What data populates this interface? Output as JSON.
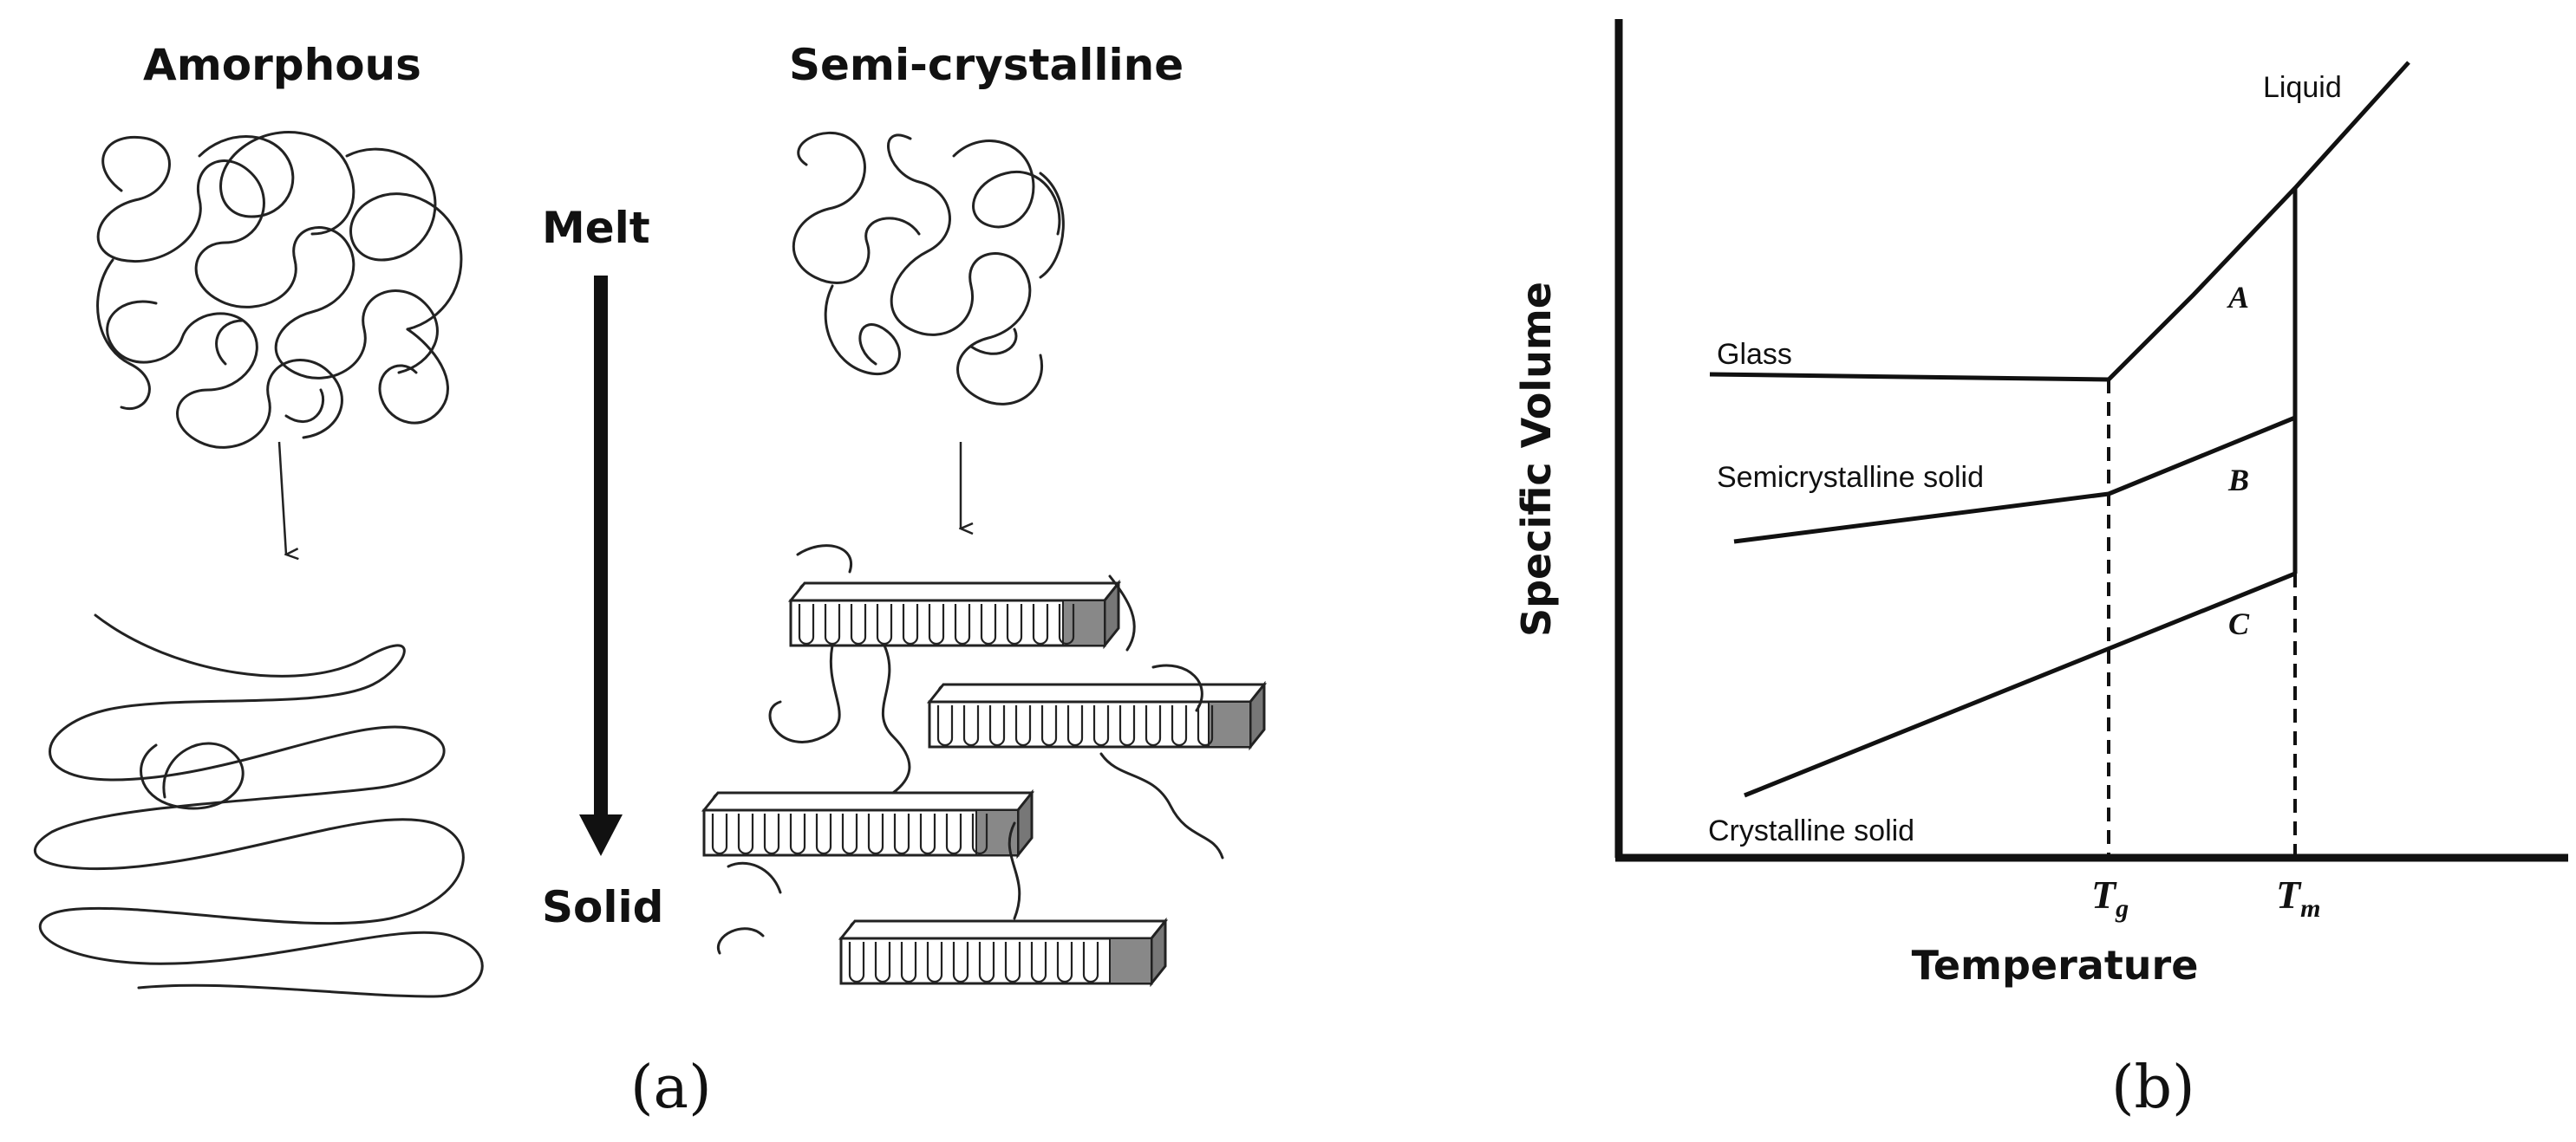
{
  "panel_a": {
    "amorphous_title": "Amorphous",
    "semicrystalline_title": "Semi-crystalline",
    "melt_label": "Melt",
    "solid_label": "Solid",
    "caption": "(a)"
  },
  "panel_b": {
    "caption": "(b)",
    "x_axis_title": "Temperature",
    "y_axis_title": "Specific Volume",
    "curve_labels": {
      "liquid": "Liquid",
      "glass": "Glass",
      "semicrystalline": "Semicrystalline solid",
      "crystalline": "Crystalline solid"
    },
    "regions": [
      "A",
      "B",
      "C"
    ],
    "ticks": [
      {
        "main": "T",
        "sub": "g"
      },
      {
        "main": "T",
        "sub": "m"
      }
    ]
  }
}
